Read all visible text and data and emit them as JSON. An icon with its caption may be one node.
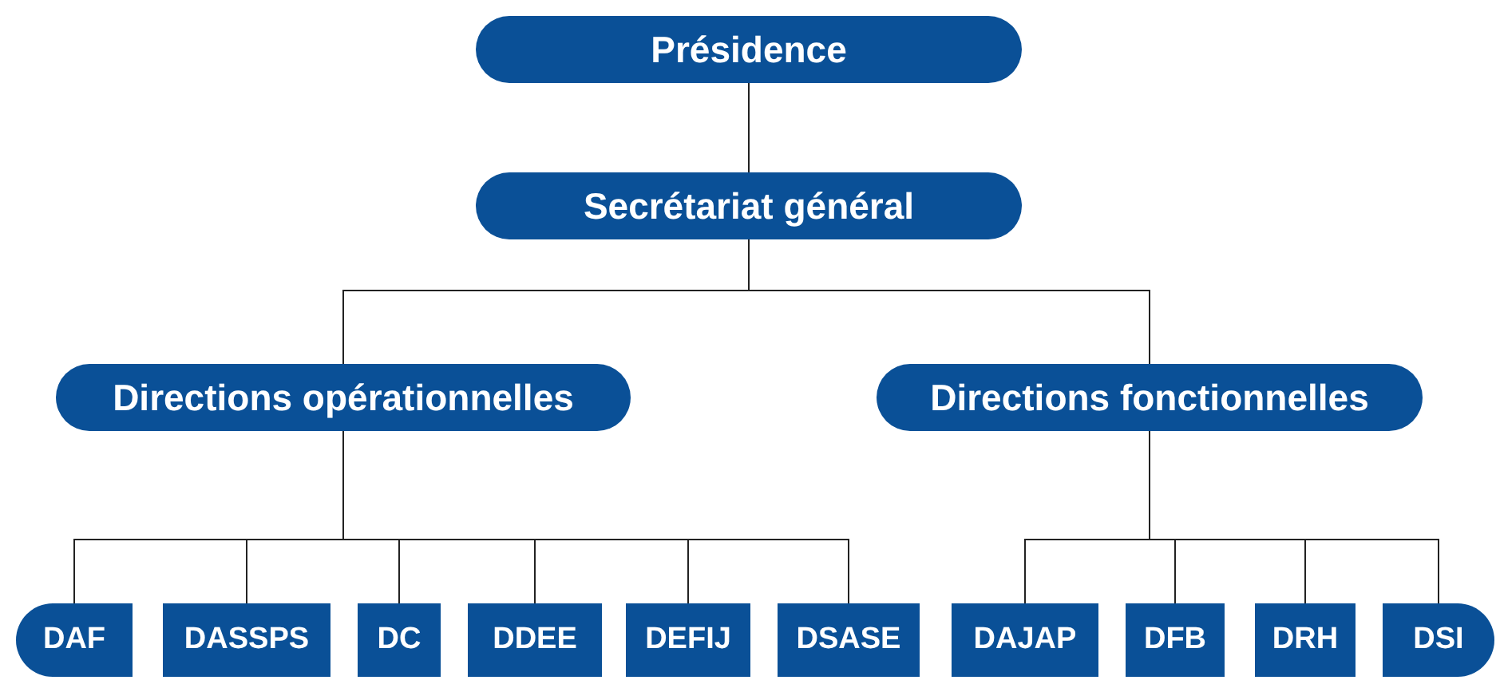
{
  "diagram": {
    "nodes": [
      {
        "text": [
          "Présidence"
        ]
      },
      {
        "text": [
          "Secrétariat général"
        ]
      },
      {
        "text": [
          "Directions opérationnelles"
        ]
      },
      {
        "text": [
          "Directions fonctionnelles"
        ]
      },
      {
        "text": [
          "DAF"
        ]
      },
      {
        "text": [
          "DASSPS"
        ]
      },
      {
        "text": [
          "DC"
        ]
      },
      {
        "text": [
          "DDEE"
        ]
      },
      {
        "text": [
          "DEFIJ"
        ]
      },
      {
        "text": [
          "DSASE"
        ]
      },
      {
        "text": [
          "DAJAP"
        ]
      },
      {
        "text": [
          "DFB"
        ]
      },
      {
        "text": [
          "DRH"
        ]
      },
      {
        "text": [
          "DSI"
        ]
      }
    ],
    "edges": [
      {
        "from": 0,
        "to": 1,
        "arrow": "none"
      },
      {
        "from": 1,
        "to": 2,
        "arrow": "none"
      },
      {
        "from": 1,
        "to": 3,
        "arrow": "none"
      },
      {
        "from": 2,
        "to": 4,
        "arrow": "none"
      },
      {
        "from": 2,
        "to": 5,
        "arrow": "none"
      },
      {
        "from": 2,
        "to": 6,
        "arrow": "none"
      },
      {
        "from": 2,
        "to": 7,
        "arrow": "none"
      },
      {
        "from": 2,
        "to": 8,
        "arrow": "none"
      },
      {
        "from": 2,
        "to": 9,
        "arrow": "none"
      },
      {
        "from": 3,
        "to": 10,
        "arrow": "none"
      },
      {
        "from": 3,
        "to": 11,
        "arrow": "none"
      },
      {
        "from": 3,
        "to": 12,
        "arrow": "none"
      },
      {
        "from": 3,
        "to": 13,
        "arrow": "none"
      }
    ]
  }
}
